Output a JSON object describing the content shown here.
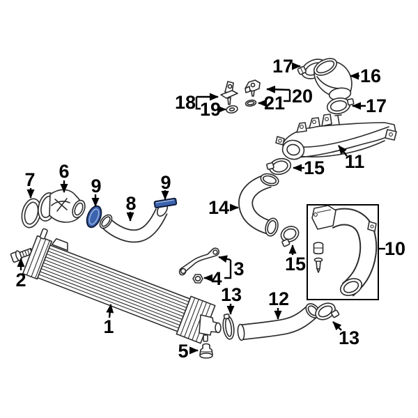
{
  "diagram": {
    "kind": "exploded-parts-diagram",
    "colors": {
      "background": "#ffffff",
      "line": "#2b2b2b",
      "label": "#000000",
      "box_border": "#000000",
      "highlight_fill": "#3c63ae",
      "highlight_stroke": "#0f1d3c",
      "highlight_inner": "#9fb6e2"
    },
    "callouts": [
      {
        "num": "1",
        "part": "intercooler-core"
      },
      {
        "num": "2",
        "part": "mounting-bolt"
      },
      {
        "num": "3",
        "part": "stay-bracket"
      },
      {
        "num": "4",
        "part": "flange-nut"
      },
      {
        "num": "5",
        "part": "rubber-mount"
      },
      {
        "num": "6",
        "part": "air-inlet-housing"
      },
      {
        "num": "7",
        "part": "inlet-gasket"
      },
      {
        "num": "8",
        "part": "inlet-hose"
      },
      {
        "num": "9",
        "part": "highlighted-clamp-left"
      },
      {
        "num": "9",
        "part": "highlighted-clamp-right"
      },
      {
        "num": "10",
        "part": "air-duct-assembly-boxed"
      },
      {
        "num": "11",
        "part": "intake-pipe-manifold"
      },
      {
        "num": "12",
        "part": "outlet-hose"
      },
      {
        "num": "13",
        "part": "band-clamp-left"
      },
      {
        "num": "13",
        "part": "ring-clamp-right"
      },
      {
        "num": "14",
        "part": "upper-s-hose"
      },
      {
        "num": "15",
        "part": "hose-clamp-upper"
      },
      {
        "num": "15",
        "part": "hose-clamp-lower"
      },
      {
        "num": "16",
        "part": "elbow-air-hose"
      },
      {
        "num": "17",
        "part": "hose-clamp-top"
      },
      {
        "num": "17",
        "part": "hose-clamp-mid"
      },
      {
        "num": "18",
        "part": "sensor-bracket"
      },
      {
        "num": "19",
        "part": "washer"
      },
      {
        "num": "20",
        "part": "map-sensor"
      },
      {
        "num": "21",
        "part": "o-ring"
      }
    ]
  }
}
